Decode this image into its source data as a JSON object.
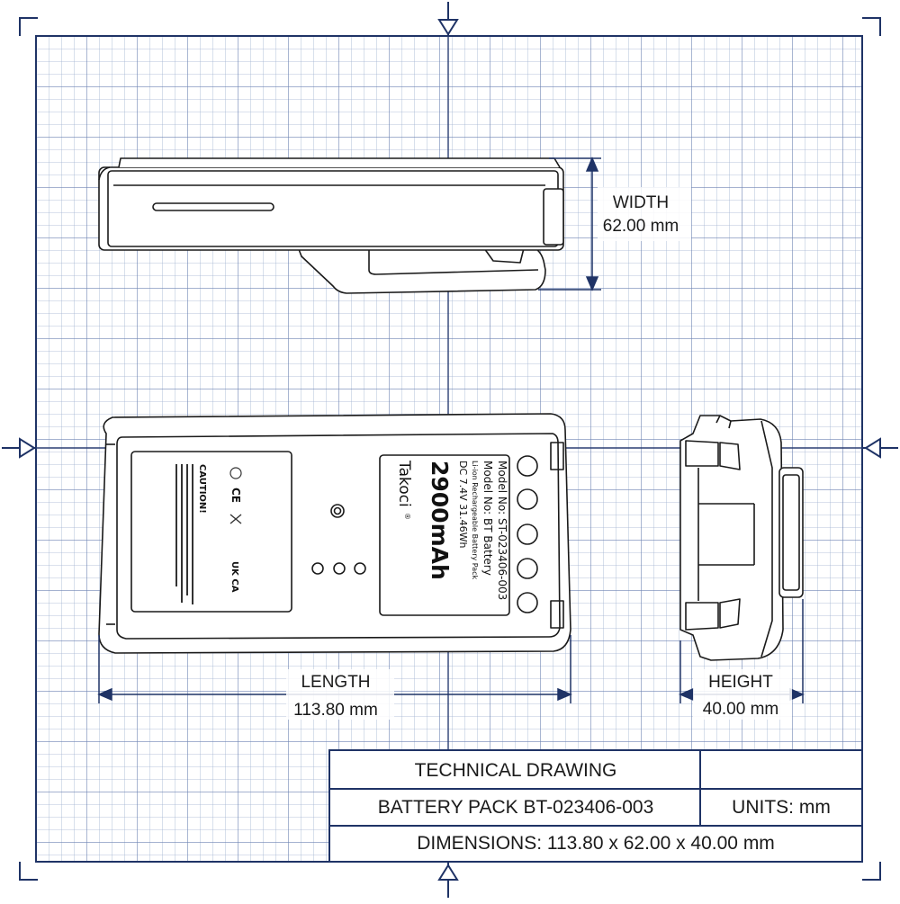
{
  "dimensions": {
    "width": {
      "label": "WIDTH",
      "value": "62.00 mm"
    },
    "length": {
      "label": "LENGTH",
      "value": "113.80 mm"
    },
    "height": {
      "label": "HEIGHT",
      "value": "40.00 mm"
    }
  },
  "title_block": {
    "title": "TECHNICAL DRAWING",
    "part": "BATTERY PACK BT-023406-003",
    "units": "UNITS: mm",
    "dimensions": "DIMENSIONS: 113.80 x 62.00 x 40.00 mm"
  },
  "battery_label": {
    "model": "Model No: ST-023406-003",
    "type": "Model No: BT Battery",
    "chemistry": "Li-ion Rechargeable Battery Pack",
    "rating": "DC 7.4V 31.46Wh",
    "capacity": "2900mAh",
    "brand": "Takoci",
    "brand_mark": "®"
  },
  "caution_label": {
    "heading": "CAUTION!",
    "marks": [
      "CE",
      "UK CA"
    ]
  },
  "colors": {
    "grid": "#9fb0cf",
    "grid_major": "#2b3f73",
    "frame": "#1f3366",
    "line": "#1a1a1a",
    "background": "#ffffff"
  },
  "icons": [
    "registration-arrow-icon",
    "recycle-icon",
    "crossed-bin-icon",
    "ce-mark-icon",
    "ukca-mark-icon"
  ]
}
